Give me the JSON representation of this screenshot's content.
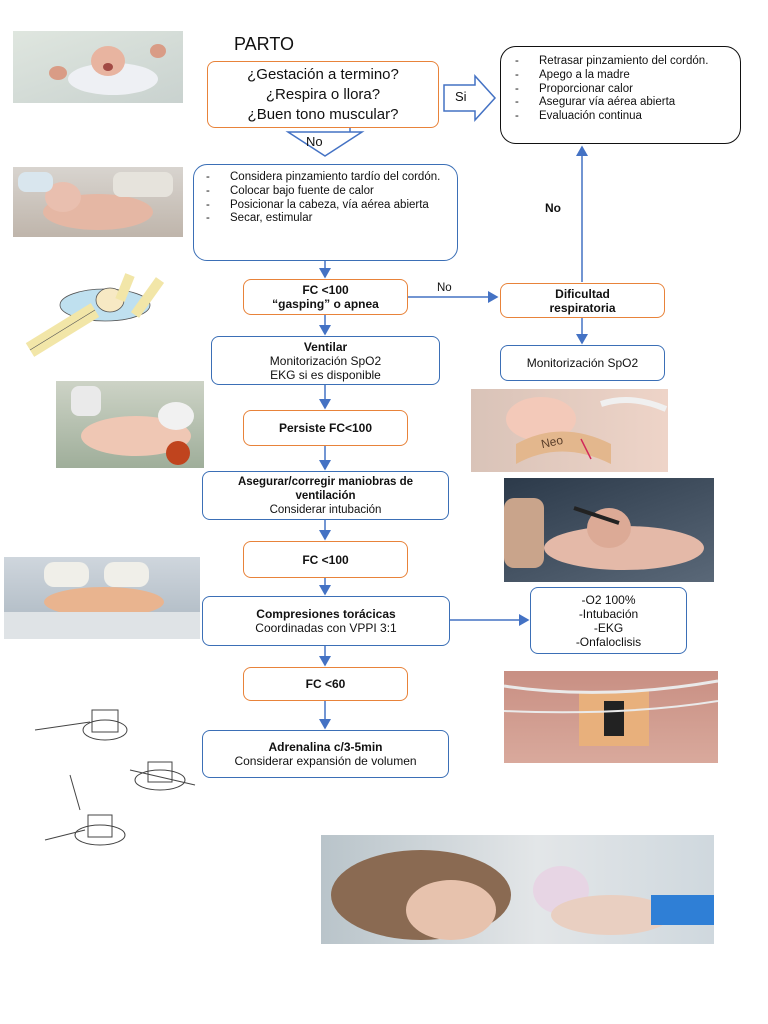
{
  "title": "PARTO",
  "questions": [
    "¿Gestación a termino?",
    "¿Respira o llora?",
    "¿Buen tono muscular?"
  ],
  "yes_label": "Si",
  "no_label": "No",
  "routine_care": [
    "Retrasar pinzamiento del cordón.",
    "Apego a la madre",
    "Proporcionar calor",
    "Asegurar vía aérea abierta",
    "Evaluación continua"
  ],
  "initial_steps": [
    "Considera pinzamiento tardío del cordón.",
    "Colocar bajo fuente de calor",
    "Posicionar la cabeza, vía aérea abierta",
    "Secar, estimular"
  ],
  "fc100_gasping": {
    "line1": "FC <100",
    "line2": "“gasping” o apnea"
  },
  "no_right_label": "No",
  "no_up_label": "No",
  "dificultad": {
    "line1": "Dificultad",
    "line2": "respiratoria"
  },
  "monit_spo2": "Monitorización SpO2",
  "ventilar": {
    "title": "Ventilar",
    "line1": "Monitorización SpO2",
    "line2": "EKG si es disponible"
  },
  "persiste": "Persiste FC<100",
  "asegurar": {
    "title1": "Asegurar/corregir maniobras de",
    "title2": "ventilación",
    "line": "Considerar intubación"
  },
  "fc100": "FC <100",
  "compresiones": {
    "title": "Compresiones torácicas",
    "line": "Coordinadas con VPPI 3:1"
  },
  "advanced": [
    "-O2 100%",
    "-Intubación",
    "-EKG",
    "-Onfaloclisis"
  ],
  "fc60": "FC <60",
  "adrenalina": {
    "title": "Adrenalina c/3-5min",
    "line": "Considerar expansión de volumen"
  },
  "bracelet_text": "Neo",
  "colors": {
    "orange": "#e8833a",
    "blue": "#3b6fb6",
    "arrow": "#4472c4"
  }
}
